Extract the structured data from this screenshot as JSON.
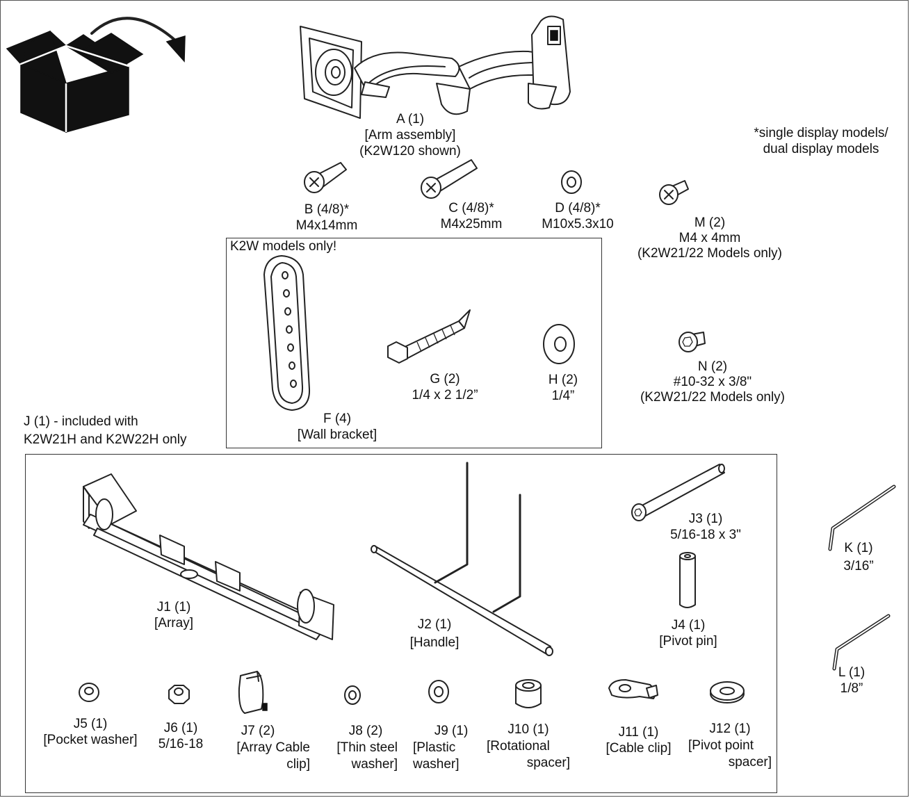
{
  "notes": {
    "models": [
      "*single display models/",
      "dual display models"
    ],
    "k2w_only": "K2W models only!",
    "j_intro": [
      "J (1) - included with",
      "K2W21H and K2W22H only"
    ]
  },
  "parts": {
    "A": [
      "A (1)",
      "[Arm assembly]",
      "(K2W120 shown)"
    ],
    "B": [
      "B (4/8)*",
      "M4x14mm"
    ],
    "C": [
      "C (4/8)*",
      "M4x25mm"
    ],
    "D": [
      "D (4/8)*",
      "M10x5.3x10"
    ],
    "M": [
      "M (2)",
      "M4 x 4mm",
      "(K2W21/22 Models only)"
    ],
    "F": [
      "F (4)",
      "[Wall bracket]"
    ],
    "G": [
      "G (2)",
      "1/4 x 2 1/2”"
    ],
    "H": [
      "H (2)",
      "1/4”"
    ],
    "N": [
      "N (2)",
      "#10-32 x 3/8\"",
      "(K2W21/22 Models only)"
    ],
    "J1": [
      "J1 (1)",
      "[Array]"
    ],
    "J2": [
      "J2 (1)",
      "[Handle]"
    ],
    "J3": [
      "J3 (1)",
      "5/16-18 x 3\""
    ],
    "J4": [
      "J4 (1)",
      "[Pivot pin]"
    ],
    "K": [
      "K (1)",
      "3/16”"
    ],
    "L": [
      "L (1)",
      "1/8”"
    ],
    "J5": [
      "J5 (1)",
      "[Pocket washer]"
    ],
    "J6": [
      "J6 (1)",
      "5/16-18"
    ],
    "J7": [
      "J7 (2)",
      "[Array Cable",
      "clip]"
    ],
    "J8": [
      "J8 (2)",
      "[Thin steel",
      "washer]"
    ],
    "J9": [
      "J9 (1)",
      "[Plastic",
      "washer]"
    ],
    "J10": [
      "J10 (1)",
      "[Rotational",
      "spacer]"
    ],
    "J11": [
      "J11 (1)",
      "[Cable clip]"
    ],
    "J12": [
      "J12 (1)",
      "[Pivot point",
      "spacer]"
    ]
  },
  "icons": [
    "open-box-icon",
    "curved-arrow-icon",
    "arm-assembly-icon",
    "screw-icon",
    "washer-icon",
    "wall-bracket-icon",
    "lag-bolt-icon",
    "array-icon",
    "handle-icon",
    "pivot-pin-icon",
    "hex-key-icon",
    "hex-nut-icon",
    "cable-clip-icon",
    "spacer-icon"
  ]
}
